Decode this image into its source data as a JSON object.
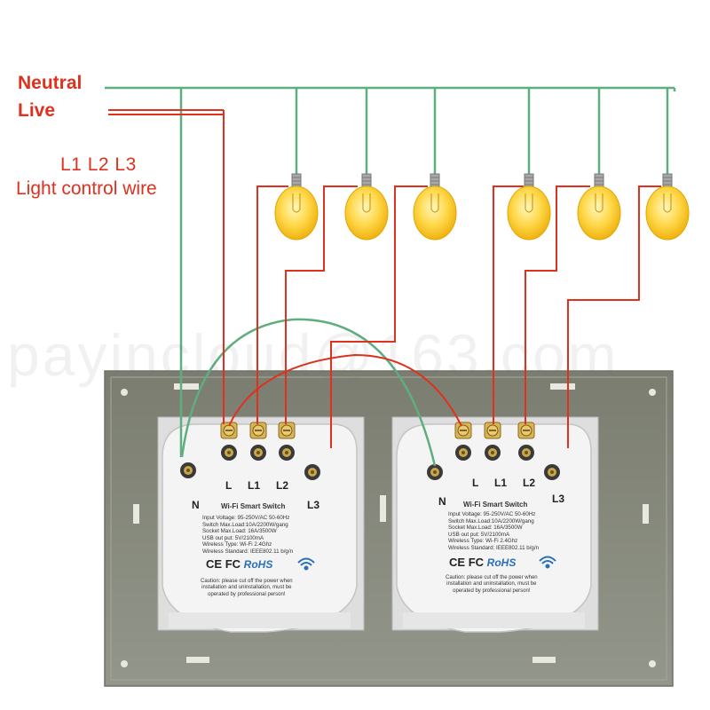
{
  "labels": {
    "neutral": "Neutral",
    "live": "Live",
    "l123": "L1 L2 L3",
    "control_wire": "Light control wire"
  },
  "watermark": "payincloud@163.com",
  "modules": [
    {
      "terminals": {
        "n": "N",
        "l": "L",
        "l1": "L1",
        "l2": "L2",
        "l3": "L3"
      },
      "title": "Wi-Fi Smart Switch",
      "specs": [
        "Input Voltage: 95-250V/AC 50-60Hz",
        "Switch Max.Load:10A/2200W/gang",
        "Socket Max.Load: 16A/3500W",
        "USB out put: 5V/2100mA",
        "Wireless Type: Wi-Fi 2.4Ghz",
        "Wireless Standard: IEEE802.11 b/g/n"
      ],
      "cert_ce": "CE",
      "cert_fc": "FC",
      "cert_rohs": "RoHS",
      "caution": [
        "Caution: please cut off the power when",
        "installation and uninstallation, must be",
        "operated by professional person!"
      ]
    },
    {
      "terminals": {
        "n": "N",
        "l": "L",
        "l1": "L1",
        "l2": "L2",
        "l3": "L3"
      },
      "title": "Wi-Fi Smart Switch",
      "specs": [
        "Input Voltage: 95-250V/AC 50-60Hz",
        "Switch Max.Load:10A/2200W/gang",
        "Socket Max.Load: 16A/3500W",
        "USB out put: 5V/2100mA",
        "Wireless Type: Wi-Fi 2.4Ghz",
        "Wireless Standard: IEEE802.11 b/g/n"
      ],
      "cert_ce": "CE",
      "cert_fc": "FC",
      "cert_rohs": "RoHS",
      "caution": [
        "Caution: please cut off the power when",
        "installation and uninstallation, must be",
        "operated by professional person!"
      ]
    }
  ],
  "colors": {
    "neutral_wire": "#5fae80",
    "live_wire": "#e0301e",
    "bulb": "#f7c51a",
    "panel": "#8b8e80",
    "module": "#f2f2f2"
  },
  "icons": [
    "light-bulb-icon",
    "wifi-icon",
    "screw-terminal-icon"
  ]
}
